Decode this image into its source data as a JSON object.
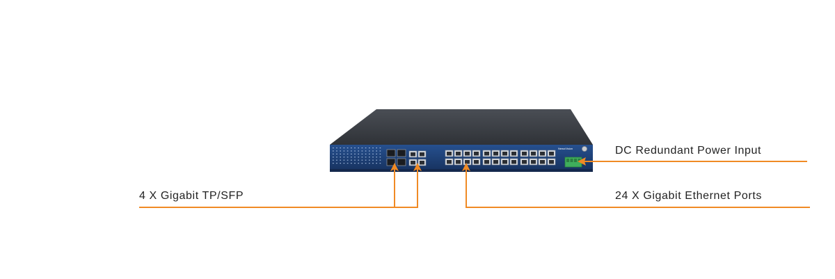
{
  "callouts": {
    "power": {
      "text": "DC Redundant Power Input"
    },
    "sfp": {
      "text": "4 X Gigabit TP/SFP"
    },
    "ethernet": {
      "text": "24 X Gigabit Ethernet Ports"
    }
  },
  "device": {
    "brand": "NewoVision"
  },
  "colors": {
    "accent": "#f08a24",
    "chassis_top": "#3f4349",
    "front_panel": "#1e3f78",
    "terminal_block": "#3fae5c"
  }
}
